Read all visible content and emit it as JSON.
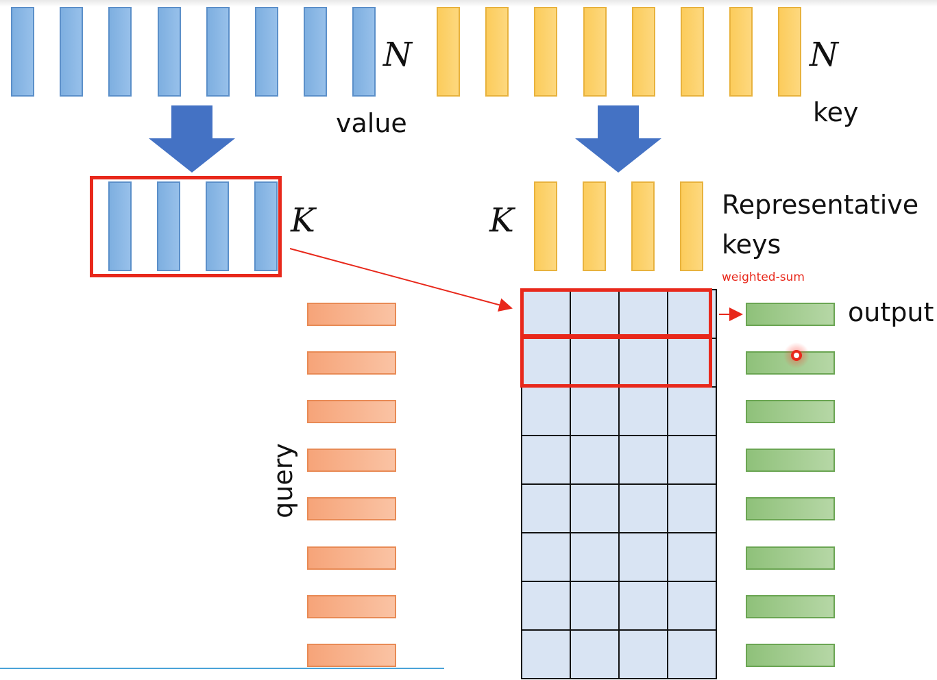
{
  "labels": {
    "n_value": "N",
    "value": "value",
    "n_key": "N",
    "key": "key",
    "k_value": "K",
    "k_key": "K",
    "representative_line1": "Representative",
    "representative_line2": "keys",
    "weighted_sum": "weighted-sum",
    "output": "output",
    "query": "query"
  },
  "counts": {
    "values": 8,
    "keys": 8,
    "reduced_values": 4,
    "reduced_keys": 4,
    "queries": 8,
    "outputs": 8,
    "matrix_rows": 8,
    "matrix_cols": 4
  },
  "colors": {
    "value": "#8cb9e6",
    "key": "#fdd170",
    "query": "#f8b38d",
    "output": "#a3cc8f",
    "arrow": "#4472c4",
    "highlight": "#e8281b",
    "matrix_cell": "#d9e4f3"
  }
}
